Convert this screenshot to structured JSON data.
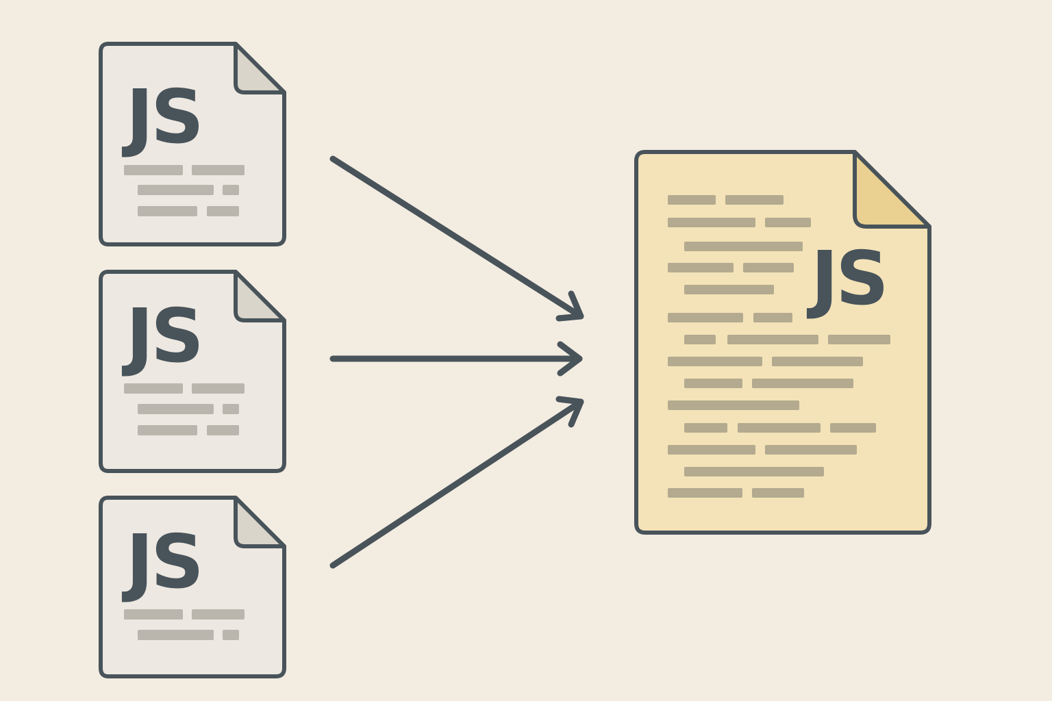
{
  "diagram": {
    "description_free": true,
    "source_files": [
      {
        "label": "JS"
      },
      {
        "label": "JS"
      },
      {
        "label": "JS"
      }
    ],
    "bundle": {
      "label": "JS"
    }
  },
  "colors": {
    "background": "#f3ece1",
    "outline": "#48535a",
    "source_page": "#ede8e1",
    "source_fold": "#d9d5cb",
    "bundle_page": "#f4e3b8",
    "bundle_fold": "#ead191",
    "code_bar_source": "#bab6ad",
    "code_bar_bundle": "#b3aa8f",
    "arrow": "#48535a"
  },
  "icons": {
    "file": "document-icon",
    "arrow": "arrow-right-icon"
  }
}
